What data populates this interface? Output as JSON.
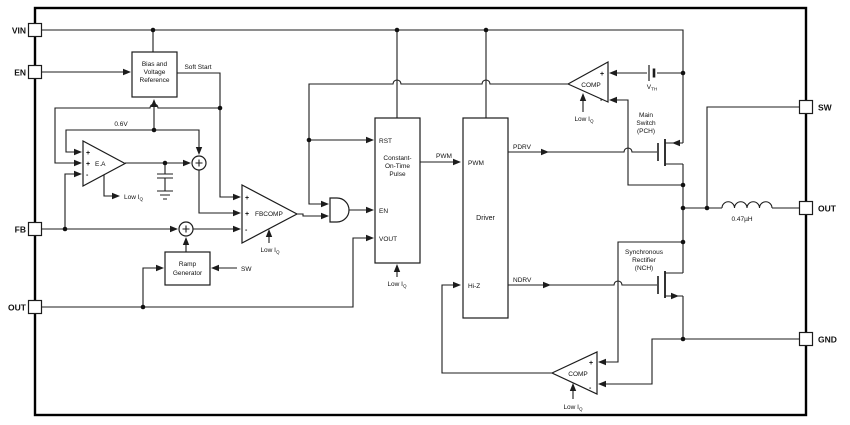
{
  "pins": {
    "vin": "VIN",
    "en": "EN",
    "fb": "FB",
    "out_left": "OUT",
    "sw": "SW",
    "out_right": "OUT",
    "gnd": "GND"
  },
  "blocks": {
    "bias": {
      "l1": "Bias and",
      "l2": "Voltage",
      "l3": "Reference"
    },
    "ramp": {
      "l1": "Ramp",
      "l2": "Generator"
    },
    "cot": {
      "rst": "RST",
      "l1": "Constant-",
      "l2": "On-Time",
      "l3": "Pulse",
      "en": "EN",
      "vout": "VOUT"
    },
    "driver": {
      "pwm": "PWM",
      "title": "Driver",
      "hiz": "Hi-Z"
    }
  },
  "signals": {
    "soft_start": "Soft Start",
    "vref": "0.6V",
    "pwm": "PWM",
    "pdrv": "PDRV",
    "ndrv": "NDRV",
    "sw": "SW",
    "inductor": "0.47µH"
  },
  "amps": {
    "ea": "E.A",
    "fbcomp": "FBCOMP",
    "comp": "COMP",
    "plus": "+",
    "minus": "-"
  },
  "fets": {
    "main": {
      "l1": "Main",
      "l2": "Switch",
      "l3": "(PCH)"
    },
    "sync": {
      "l1": "Synchronous",
      "l2": "Rectifier",
      "l3": "(NCH)"
    }
  },
  "misc": {
    "low_iq_base": "Low I",
    "low_iq_sub": "Q",
    "vth_base": "V",
    "vth_sub": "TH"
  }
}
